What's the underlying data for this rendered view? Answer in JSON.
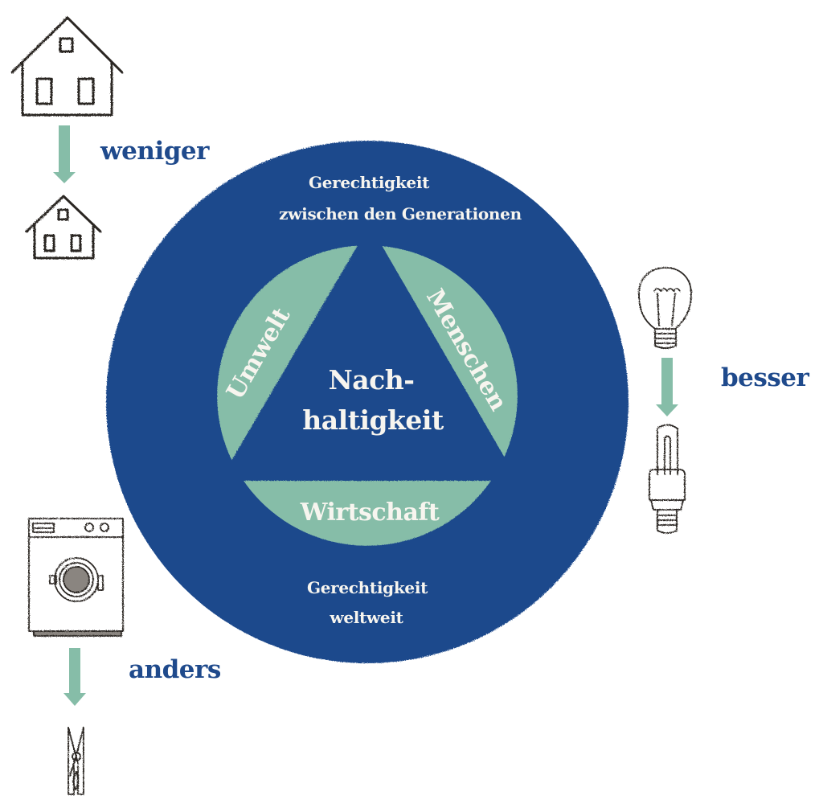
{
  "colors": {
    "outer_circle": "#1f4a8c",
    "inner_segments": "#86bda8",
    "arrow": "#86bda8",
    "label_text_blue": "#1f4a8c",
    "inner_text": "#f7f5ef",
    "sketch_line": "#2a2522"
  },
  "center": {
    "line1": "Nach-",
    "line2": "haltigkeit"
  },
  "segments": {
    "left": "Umwelt",
    "right": "Menschen",
    "bottom": "Wirtschaft"
  },
  "outer_ring": {
    "top_line1": "Gerechtigkeit",
    "top_line2": "zwischen den Generationen",
    "bottom_line1": "Gerechtigkeit",
    "bottom_line2": "weltweit"
  },
  "examples": [
    {
      "label": "weniger",
      "from_icon": "large-house-icon",
      "to_icon": "small-house-icon"
    },
    {
      "label": "besser",
      "from_icon": "incandescent-bulb-icon",
      "to_icon": "energy-saving-bulb-icon"
    },
    {
      "label": "anders",
      "from_icon": "washing-machine-icon",
      "to_icon": "clothespin-icon"
    }
  ]
}
